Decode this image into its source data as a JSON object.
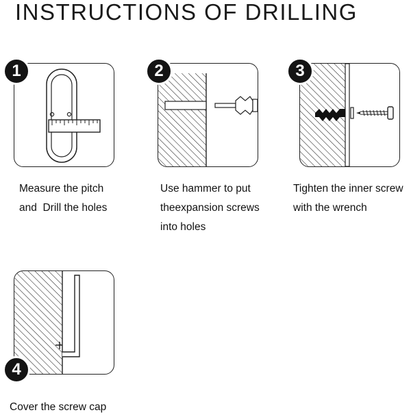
{
  "title": "INSTRUCTIONS OF DRILLING",
  "steps": [
    {
      "number": "1",
      "lines": [
        "Measure the pitch",
        "and  Drill the holes"
      ]
    },
    {
      "number": "2",
      "lines": [
        "Use hammer to put",
        "theexpansion screws",
        "into holes"
      ]
    },
    {
      "number": "3",
      "lines": [
        "Tighten the inner screw",
        "with the wrench"
      ]
    },
    {
      "number": "4",
      "lines": [
        "Cover the screw cap"
      ]
    }
  ]
}
